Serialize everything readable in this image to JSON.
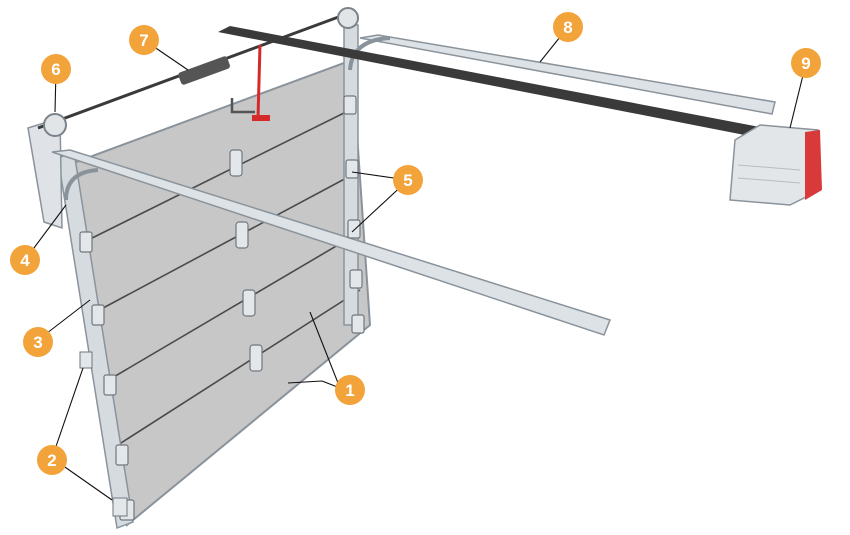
{
  "diagram": {
    "colors": {
      "panel": "#c7c7c7",
      "panel_line": "#4a4a4a",
      "frame": "#d6dbe0",
      "frame_edge": "#8a939b",
      "shaft": "#3a3a3a",
      "callout": "#f2a33a",
      "opener_body": "#e3e6e9",
      "opener_accent": "#d83a3a",
      "release_cord": "#d62a2a"
    },
    "callouts": [
      {
        "label": "1"
      },
      {
        "label": "2"
      },
      {
        "label": "3"
      },
      {
        "label": "4"
      },
      {
        "label": "5"
      },
      {
        "label": "6"
      },
      {
        "label": "7"
      },
      {
        "label": "8"
      },
      {
        "label": "9"
      }
    ]
  }
}
